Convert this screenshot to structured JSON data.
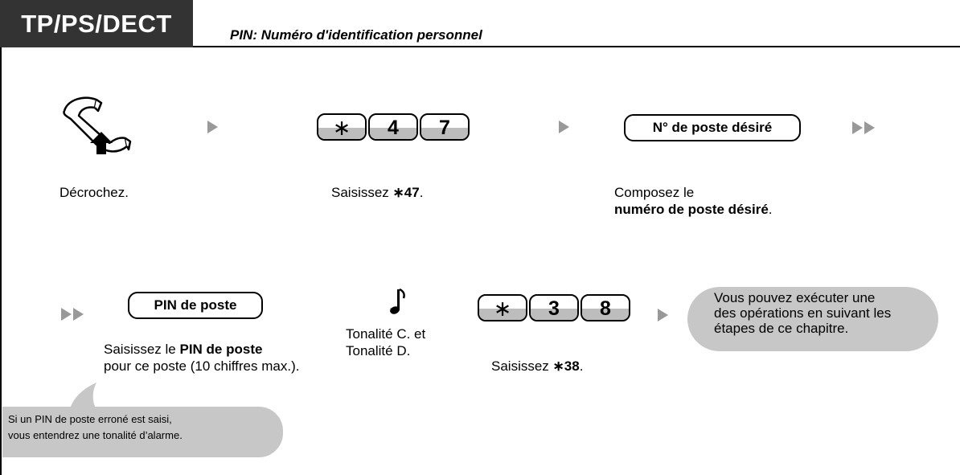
{
  "header": {
    "tag": "TP/PS/DECT",
    "subtitle": "PIN: Numéro d'identification personnel"
  },
  "step1": {
    "caption": "Décrochez."
  },
  "step2": {
    "keys": [
      "∗",
      "4",
      "7"
    ],
    "caption_prefix": "Saisissez ",
    "caption_bold": "∗47",
    "caption_suffix": "."
  },
  "step3": {
    "button": "N° de poste désiré",
    "caption_line1": "Composez le",
    "caption_bold": "numéro de poste désiré",
    "caption_suffix": "."
  },
  "step4": {
    "button": "PIN de poste",
    "caption_prefix": "Saisissez le ",
    "caption_bold": "PIN de poste",
    "caption_line2": "pour ce poste (10 chiffres max.)."
  },
  "step5": {
    "caption_line1": "Tonalité C. et",
    "caption_line2": "Tonalité D."
  },
  "step6": {
    "keys": [
      "∗",
      "3",
      "8"
    ],
    "caption_prefix": "Saisissez ",
    "caption_bold": "∗38",
    "caption_suffix": "."
  },
  "result": {
    "line1": "Vous pouvez exécuter une",
    "line2": "des opérations en suivant les",
    "line3": "étapes de ce chapitre."
  },
  "note": {
    "line1": "Si un PIN de poste erroné est saisi,",
    "line2": "vous entendrez une tonalité d’alarme."
  },
  "colors": {
    "tag_bg": "#333333",
    "arrow": "#999999",
    "bubble": "#c7c7c7",
    "key_shade": "#bdbdbd"
  },
  "icons": [
    "handset-offhook-icon",
    "arrow-right-icon",
    "double-arrow-icon",
    "music-note-icon"
  ]
}
